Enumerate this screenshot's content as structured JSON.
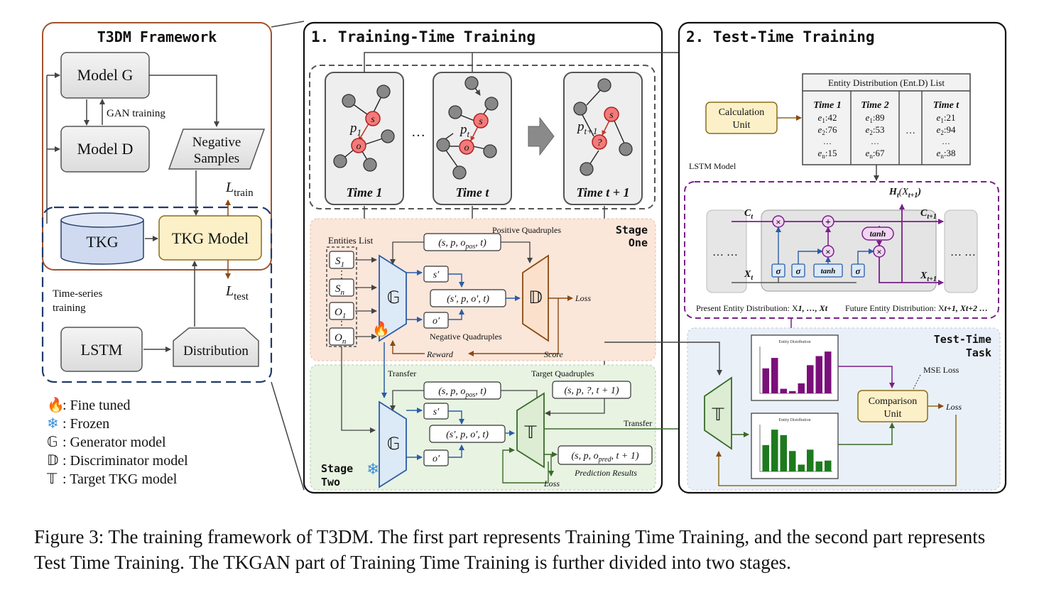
{
  "framework": {
    "title": "T3DM Framework",
    "model_g": "Model G",
    "model_d": "Model D",
    "gan_training": "GAN training",
    "negative_samples_1": "Negative",
    "negative_samples_2": "Samples",
    "l_train": "L",
    "l_train_sub": "train",
    "l_test": "L",
    "l_test_sub": "test",
    "tkg": "TKG",
    "tkg_model": "TKG Model",
    "time_series_1": "Time-series",
    "time_series_2": "training",
    "lstm": "LSTM",
    "distribution": "Distribution"
  },
  "legend": {
    "items": [
      {
        "symbol": "🔥",
        "text": ": Fine tuned",
        "color": "#e8692a"
      },
      {
        "symbol": "❄",
        "text": ": Frozen",
        "color": "#3a8fd6"
      },
      {
        "symbol": "𝔾",
        "text": ": Generator model",
        "color": "#111111"
      },
      {
        "symbol": "𝔻",
        "text": ": Discriminator model",
        "color": "#111111"
      },
      {
        "symbol": "𝕋",
        "text": ": Target TKG model",
        "color": "#111111"
      }
    ]
  },
  "training": {
    "title": "1. Training-Time Training",
    "time1": "Time 1",
    "timet": "Time t",
    "timet1": "Time t + 1",
    "p1": "p",
    "p1_sub": "1",
    "pt": "p",
    "pt_sub": "t",
    "pt1": "p",
    "pt1_sub": "t+1",
    "dots": "…",
    "node_s": "s",
    "node_o": "o",
    "node_q": "?",
    "stage_one_1": "Stage",
    "stage_one_2": "One",
    "stage_two_1": "Stage",
    "stage_two_2": "Two",
    "entities_list": "Entities List",
    "s1": "S",
    "s1_sub": "1",
    "sn": "S",
    "sn_sub": "n",
    "o1": "O",
    "o1_sub": "1",
    "on": "O",
    "on_sub": "n",
    "vdots": "⋮",
    "positive_quadruples": "Positive Quadruples",
    "quad_pos": "(s, p, o",
    "quad_pos_sub": "pos",
    "quad_pos_end": ", t)",
    "s_prime": "s′",
    "o_prime": "o′",
    "quad_neg": "(s′, p, o′, t)",
    "negative_quadruples": "Negative Quadruples",
    "g_symbol": "𝔾",
    "d_symbol": "𝔻",
    "t_symbol": "𝕋",
    "loss": "Loss",
    "reward": "Reward",
    "score": "Score",
    "transfer": "Transfer",
    "target_quadruples": "Target Quadruples",
    "quad_target": "(s, p, ?, t + 1)",
    "quad_pred": "(s, p, o",
    "quad_pred_sub": "pred",
    "quad_pred_end": ", t + 1)",
    "prediction_results": "Prediction Results",
    "transfer_right": "Transfer"
  },
  "test": {
    "title": "2. Test-Time Training",
    "calc_unit_1": "Calculation",
    "calc_unit_2": "Unit",
    "entd_title": "Entity Distribution (Ent.D) List",
    "cols": [
      {
        "head": "Time 1",
        "e1": "e",
        "v1": ":42",
        "e2": "e",
        "v2": ":76",
        "en": "e",
        "vn": ":15"
      },
      {
        "head": "Time 2",
        "e1": "e",
        "v1": ":89",
        "e2": "e",
        "v2": ":53",
        "en": "e",
        "vn": ":67"
      },
      {
        "head": "Time t",
        "e1": "e",
        "v1": ":21",
        "e2": "e",
        "v2": ":94",
        "en": "e",
        "vn": ":38"
      }
    ],
    "table_dots": "…",
    "lstm_model": "LSTM Model",
    "ht": "H",
    "ht_sub": "t",
    "ht_arg": "(X",
    "ht_arg_sub": "t+1",
    "ht_arg_end": ")",
    "ct": "C",
    "ct_sub": "t",
    "ct1": "C",
    "ct1_sub": "t+1",
    "xt": "X",
    "xt_sub": "t",
    "xt1": "X",
    "xt1_sub": "t+1",
    "sigma": "σ",
    "tanh": "tanh",
    "times": "×",
    "plus": "+",
    "cell_dots": "… …",
    "present_dist": "Present Entity Distribution: X",
    "present_dist_tail": "1, …, X",
    "present_dist_end": "t",
    "future_dist": "Future Entity Distribution: X",
    "future_dist_tail": "t+1, X",
    "future_dist_end": "t+2 …",
    "task_1": "Test-Time",
    "task_2": "Task",
    "mse_loss": "MSE Loss",
    "comparison_1": "Comparison",
    "comparison_2": "Unit",
    "loss": "Loss",
    "mini_chart_title": "Entity Distribution",
    "purple_bars": [
      0.55,
      0.78,
      0.1,
      0.05,
      0.22,
      0.62,
      0.82,
      0.92
    ],
    "green_bars": [
      0.58,
      0.92,
      0.8,
      0.45,
      0.15,
      0.48,
      0.22,
      0.24
    ],
    "purple_color": "#7a0f7a",
    "green_color": "#1e7a1e"
  },
  "caption": "Figure 3: The training framework of T3DM. The first part represents Training Time Training, and the second part represents Test Time Training. The TKGAN part of Training Time Training is further divided into two stages."
}
